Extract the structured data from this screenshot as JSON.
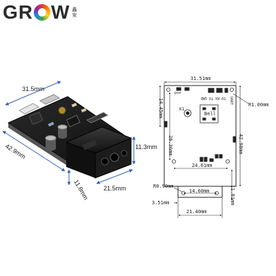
{
  "brand": {
    "name_prefix": "GR",
    "name_suffix": "W",
    "sub_text": "鑫安"
  },
  "photo_dims": {
    "width": "31.5mm",
    "length": "42.9mm",
    "height_total": "11.8mm",
    "engine_width": "21.5mm",
    "engine_height": "11.3mm"
  },
  "drawing": {
    "top_width": "31.51mm",
    "height_right": "42.98mm",
    "radius_top": "R1.00mm",
    "height_left_top": "14.45mm",
    "height_left_mid": "26.36mm",
    "hole_spacing_mid": "24.61mm",
    "radius_bottom": "R0.90mm",
    "hole_spacing_bottom": "14.60mm",
    "height_bottom_right": "11.81mm",
    "offset_bottom_left": "3.51mm",
    "width_bottom": "21.40mm",
    "label_k1": "K1",
    "label_bell": "Bell",
    "label_esd": "esd",
    "label_pins": "5V RX TX GND",
    "label_uart": "UART"
  },
  "colors": {
    "dim_line": "#2d5fb4",
    "dim_text": "#1a1a1a",
    "board": "#1c1c1c",
    "drawing_line": "#222222"
  }
}
